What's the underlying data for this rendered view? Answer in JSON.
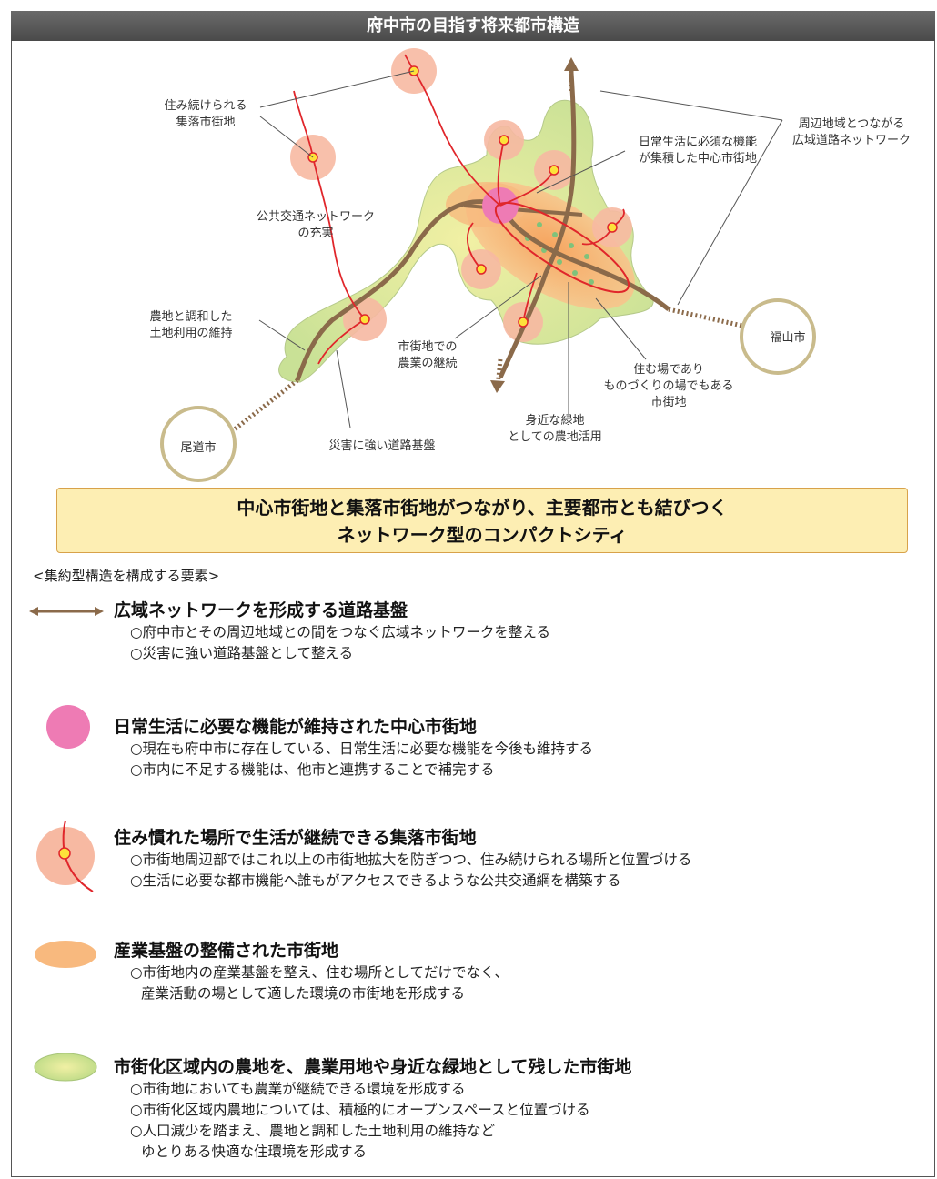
{
  "title": "府中市の目指す将来都市構造",
  "diagram": {
    "labels": {
      "settlement": [
        "住み続けられる",
        "集落市街地"
      ],
      "transit": [
        "公共交通ネットワーク",
        "の充実"
      ],
      "farm_harmony": [
        "農地と調和した",
        "土地利用の維持"
      ],
      "urban_farming": [
        "市街地での",
        "農業の継続"
      ],
      "disaster_road": "災害に強い道路基盤",
      "green_farm": [
        "身近な緑地",
        "としての農地活用"
      ],
      "living_making": [
        "住む場であり",
        "ものづくりの場でもある",
        "市街地"
      ],
      "center": [
        "日常生活に必須な機能",
        "が集積した中心市街地"
      ],
      "wide_network": [
        "周辺地域とつながる",
        "広域道路ネットワーク"
      ],
      "fukuyama": "福山市",
      "onomichi": "尾道市"
    },
    "colors": {
      "road": "#8b6a4a",
      "center": "#ee7bb4",
      "settlement_halo": "#f7b9a2",
      "transit": "#e0262b",
      "industrial": "#f8b97e",
      "green": "#cfe59c",
      "city_ring": "#c9bb8c"
    }
  },
  "summary": {
    "line1": "中心市街地と集落市街地がつながり、主要都市とも結びつく",
    "line2": "ネットワーク型のコンパクトシティ"
  },
  "elements_title": "<集約型構造を構成する要素>",
  "elements": [
    {
      "icon": "double-arrow-icon",
      "heading": "広域ネットワークを形成する道路基盤",
      "lines": [
        "○府中市とその周辺地域との間をつなぐ広域ネットワークを整える",
        "○災害に強い道路基盤として整える"
      ]
    },
    {
      "icon": "pink-circle-icon",
      "heading": "日常生活に必要な機能が維持された中心市街地",
      "lines": [
        "○現在も府中市に存在している、日常生活に必要な機能を今後も維持する",
        "○市内に不足する機能は、他市と連携することで補完する"
      ]
    },
    {
      "icon": "settlement-circle-icon",
      "heading": "住み慣れた場所で生活が継続できる集落市街地",
      "lines": [
        "○市街地周辺部ではこれ以上の市街地拡大を防ぎつつ、住み続けられる場所と位置づける",
        "○生活に必要な都市機能へ誰もがアクセスできるような公共交通網を構築する"
      ]
    },
    {
      "icon": "orange-ellipse-icon",
      "heading": "産業基盤の整備された市街地",
      "lines": [
        "○市街地内の産業基盤を整え、住む場所としてだけでなく、",
        "産業活動の場として適した環境の市街地を形成する"
      ]
    },
    {
      "icon": "green-ellipse-icon",
      "heading": "市街化区域内の農地を、農業用地や身近な緑地として残した市街地",
      "lines": [
        "○市街地においても農業が継続できる環境を形成する",
        "○市街化区域内農地については、積極的にオープンスペースと位置づける",
        "○人口減少を踏まえ、農地と調和した土地利用の維持など",
        "ゆとりある快適な住環境を形成する"
      ]
    }
  ]
}
